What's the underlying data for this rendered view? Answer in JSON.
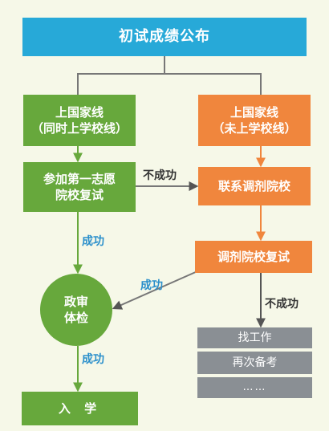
{
  "title": "初试成绩公布",
  "nodes": {
    "national_line_both": [
      "上国家线",
      "（同时上学校线）"
    ],
    "first_choice_retest": [
      "参加第一志愿",
      "院校复试"
    ],
    "national_line_only": [
      "上国家线",
      "（未上学校线）"
    ],
    "contact_adjust": "联系调剂院校",
    "adjust_retest": "调剂院校复试",
    "political_review": [
      "政审",
      "体检"
    ],
    "admission": "入 学",
    "find_job": "找工作",
    "retake_exam": "再次备考",
    "ellipsis": "……"
  },
  "edge_labels": {
    "fail_to_adjust": "不成功",
    "success_retest": "成功",
    "success_adjust": "成功",
    "fail_adjust": "不成功",
    "success_review": "成功"
  },
  "colors": {
    "title": "#27a9d8",
    "green": "#67a83c",
    "orange": "#f0863d",
    "gray": "#8a8f94",
    "connector": "#777777",
    "label_blue": "#2a8fcb"
  }
}
